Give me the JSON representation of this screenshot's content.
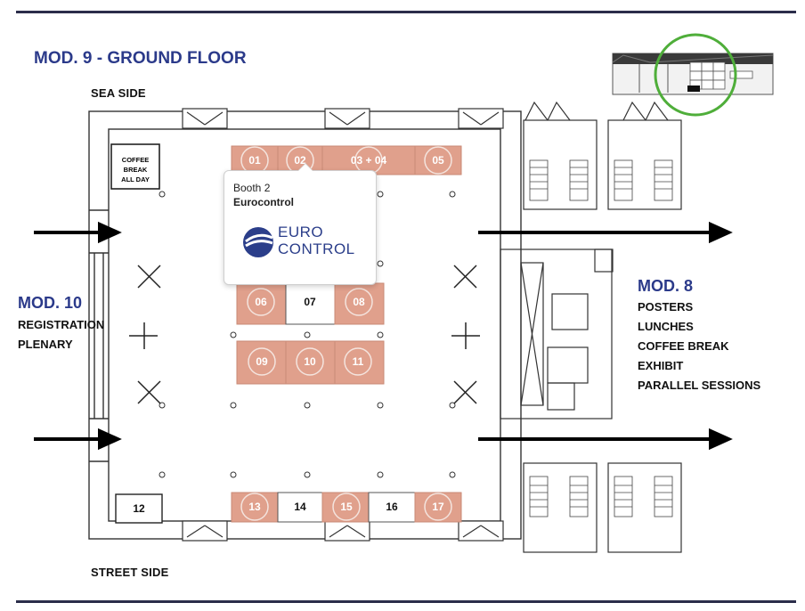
{
  "header": {
    "title": "MOD. 9 - GROUND FLOOR"
  },
  "orientation": {
    "top": "SEA SIDE",
    "bottom": "STREET SIDE"
  },
  "coffee_box": {
    "line1": "COFFEE",
    "line2": "BREAK",
    "line3": "ALL DAY"
  },
  "mod10": {
    "title": "MOD. 10",
    "items": [
      "REGISTRATION",
      "PLENARY"
    ]
  },
  "mod8": {
    "title": "MOD. 8",
    "items": [
      "POSTERS",
      "LUNCHES",
      "COFFEE BREAK",
      "EXHIBIT",
      "PARALLEL SESSIONS"
    ]
  },
  "booths": {
    "row1": [
      "01",
      "02",
      "03 + 04",
      "05"
    ],
    "row2": [
      "06",
      "07",
      "08"
    ],
    "row3": [
      "09",
      "10",
      "11"
    ],
    "row4": [
      "12"
    ],
    "row5": [
      "13",
      "14",
      "15",
      "16",
      "17"
    ]
  },
  "popup": {
    "line1": "Booth 2",
    "line2": "Eurocontrol",
    "logo_line1": "EURO",
    "logo_line2": "CONTROL"
  },
  "colors": {
    "booth_fill": "#e0a08c",
    "booth_stroke": "#c98a76",
    "accent": "#2b3a8a",
    "highlight_ring": "#4fae3a"
  }
}
